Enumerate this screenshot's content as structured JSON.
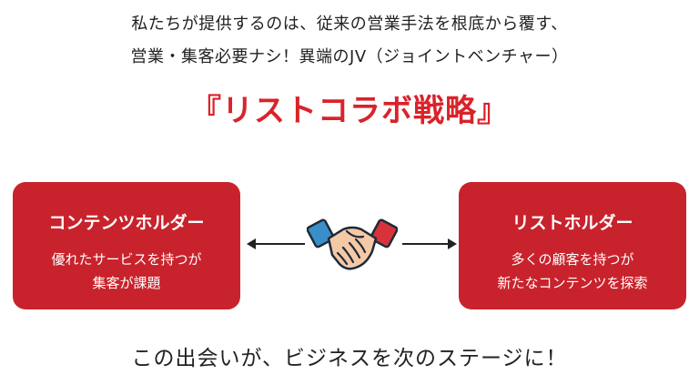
{
  "intro": {
    "line1": "私たちが提供するのは、従来の営業手法を根底から覆す、",
    "line2": "営業・集客必要ナシ！異端のJV（ジョイントベンチャー）"
  },
  "strategy_title": "『リストコラボ戦略』",
  "content_holder": {
    "title": "コンテンツホルダー",
    "desc_line1": "優れたサービスを持つが",
    "desc_line2": "集客が課題"
  },
  "list_holder": {
    "title": "リストホルダー",
    "desc_line1": "多くの顧客を持つが",
    "desc_line2": "新たなコンテンツを探索"
  },
  "handshake_icon": "handshake-icon",
  "closing": "この出会いが、ビジネスを次のステージに！",
  "colors": {
    "accent_red": "#d9232a",
    "card_red": "#c8232c",
    "sleeve_blue": "#3a8fc9",
    "sleeve_red": "#d8333a",
    "skin": "#f6c9a6"
  }
}
